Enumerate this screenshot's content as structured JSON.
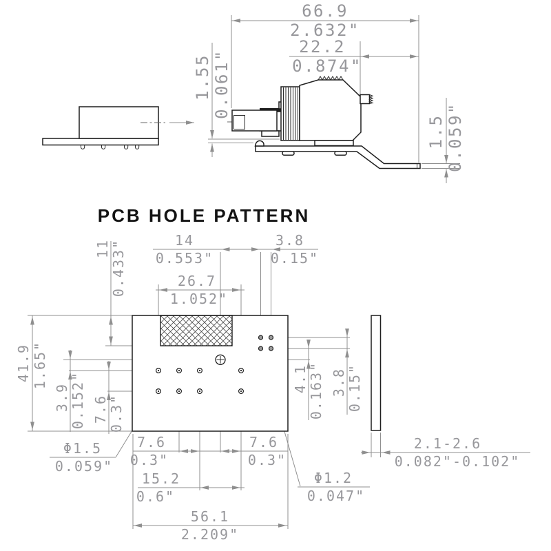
{
  "title": "PCB HOLE PATTERN",
  "connector_view": {
    "overall_width": {
      "mm": "66.9",
      "inch": "2.632\""
    },
    "body_width": {
      "mm": "22.2",
      "inch": "0.874\""
    },
    "standoff_height": {
      "mm": "1.55",
      "inch": "0.061\""
    },
    "bracket_thickness": {
      "mm": "1.5",
      "inch": "0.059\""
    }
  },
  "pcb_pattern": {
    "board_width": {
      "mm": "56.1",
      "inch": "2.209\""
    },
    "board_height": {
      "mm": "41.9",
      "inch": "1.65\""
    },
    "cutout_depth": {
      "mm": "11",
      "inch": "0.433\""
    },
    "cutout_width": {
      "mm": "26.7",
      "inch": "1.052\""
    },
    "center_to_side_holes": {
      "mm": "14",
      "inch": "0.553\""
    },
    "side_hole_pitch_x": {
      "mm": "3.8",
      "inch": "0.15\""
    },
    "center_to_first_row": {
      "mm": "3.9",
      "inch": "0.152\""
    },
    "row_pitch": {
      "mm": "7.6",
      "inch": "0.3\""
    },
    "left_col_pitch": {
      "mm": "7.6",
      "inch": "0.3\""
    },
    "right_col_pitch": {
      "mm": "7.6",
      "inch": "0.3\""
    },
    "col_span": {
      "mm": "15.2",
      "inch": "0.6\""
    },
    "side_hole_to_center": {
      "mm": "4.1",
      "inch": "0.163\""
    },
    "side_hole_pitch_y": {
      "mm": "3.8",
      "inch": "0.15\""
    },
    "pin_hole_dia": {
      "label": "Φ1.5",
      "inch": "0.059\""
    },
    "side_hole_dia": {
      "label": "Φ1.2",
      "inch": "0.047\""
    },
    "board_thickness": {
      "mm": "2.1-2.6",
      "inch": "0.082\"-0.102\""
    }
  }
}
